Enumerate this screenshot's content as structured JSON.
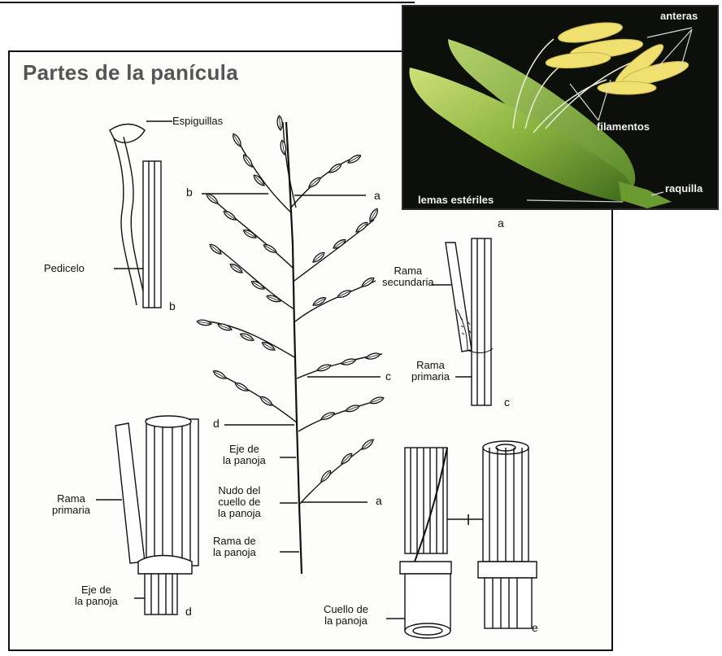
{
  "title": "Partes de la panícula",
  "labels": {
    "espiguillas": "Espiguillas",
    "pedicelo": "Pedicelo",
    "rama_secundaria": "Rama\nsecundaria",
    "rama_primaria_right": "Rama\nprimaria",
    "rama_primaria_left": "Rama\nprimaria",
    "eje_panoja_center": "Eje de\nla panoja",
    "nudo_cuello": "Nudo del\ncuello de\nla panoja",
    "rama_panoja": "Rama de\nla panoja",
    "eje_panoja_left": "Eje de\nla panoja",
    "cuello_panoja": "Cuello de\nla panoja"
  },
  "letters": {
    "b_left": "b",
    "b_pedicel": "b",
    "a_top": "a",
    "a_right": "a",
    "c_center": "c",
    "c_right": "c",
    "d_center": "d",
    "d_left": "d",
    "a_bottom": "a",
    "e": "e"
  },
  "photo": {
    "anteras": "anteras",
    "filamentos": "filamentos",
    "raquilla": "raquilla",
    "lemas": "lemas estériles"
  },
  "colors": {
    "title": "#555555",
    "photo_bg": "#0d100a",
    "lemma_green": "#9cc25a",
    "anther_yellow": "#f0e070"
  }
}
